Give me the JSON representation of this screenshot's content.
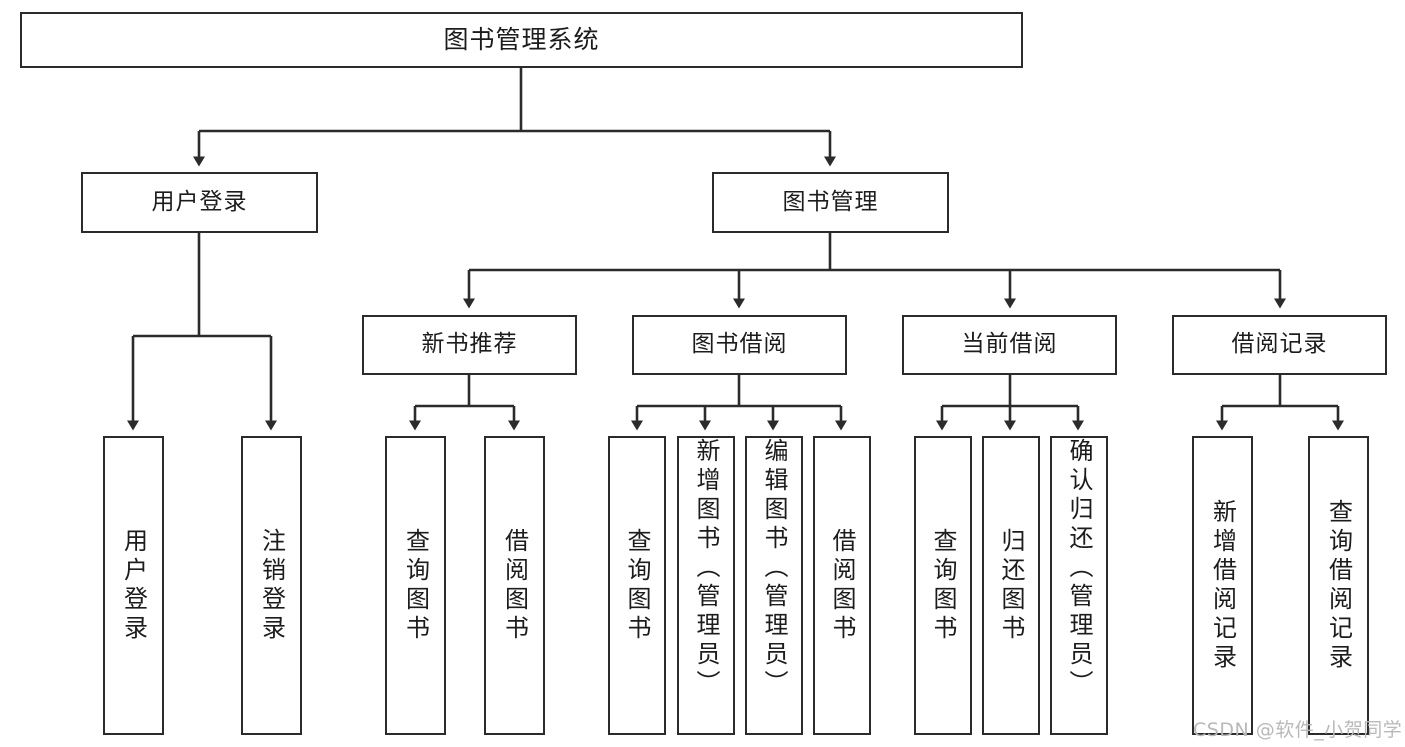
{
  "diagram": {
    "title": "图书管理系统",
    "type": "tree-structure-chart",
    "watermark": "CSDN @软件_小贺同学",
    "colors": {
      "box_border": "#2b2b2b",
      "box_fill": "#ffffff",
      "edge": "#2b2b2b",
      "text": "#1c1c1c",
      "watermark": "#b9b9b9",
      "background": "#ffffff"
    }
  },
  "nodes": {
    "root": {
      "label": "图书管理系统"
    },
    "level2": [
      {
        "label": "用户登录"
      },
      {
        "label": "图书管理"
      }
    ],
    "level3": [
      {
        "label": "新书推荐"
      },
      {
        "label": "图书借阅"
      },
      {
        "label": "当前借阅"
      },
      {
        "label": "借阅记录"
      }
    ],
    "leaves": {
      "user_login": [
        {
          "label": "用户登录"
        },
        {
          "label": "注销登录"
        }
      ],
      "new_book_recommend": [
        {
          "label": "查询图书"
        },
        {
          "label": "借阅图书"
        }
      ],
      "book_borrow": [
        {
          "label": "查询图书"
        },
        {
          "label": "新增图书（管理员）"
        },
        {
          "label": "编辑图书（管理员）"
        },
        {
          "label": "借阅图书"
        }
      ],
      "current_borrow": [
        {
          "label": "查询图书"
        },
        {
          "label": "归还图书"
        },
        {
          "label": "确认归还（管理员）"
        }
      ],
      "borrow_record": [
        {
          "label": "新增借阅记录"
        },
        {
          "label": "查询借阅记录"
        }
      ]
    }
  }
}
